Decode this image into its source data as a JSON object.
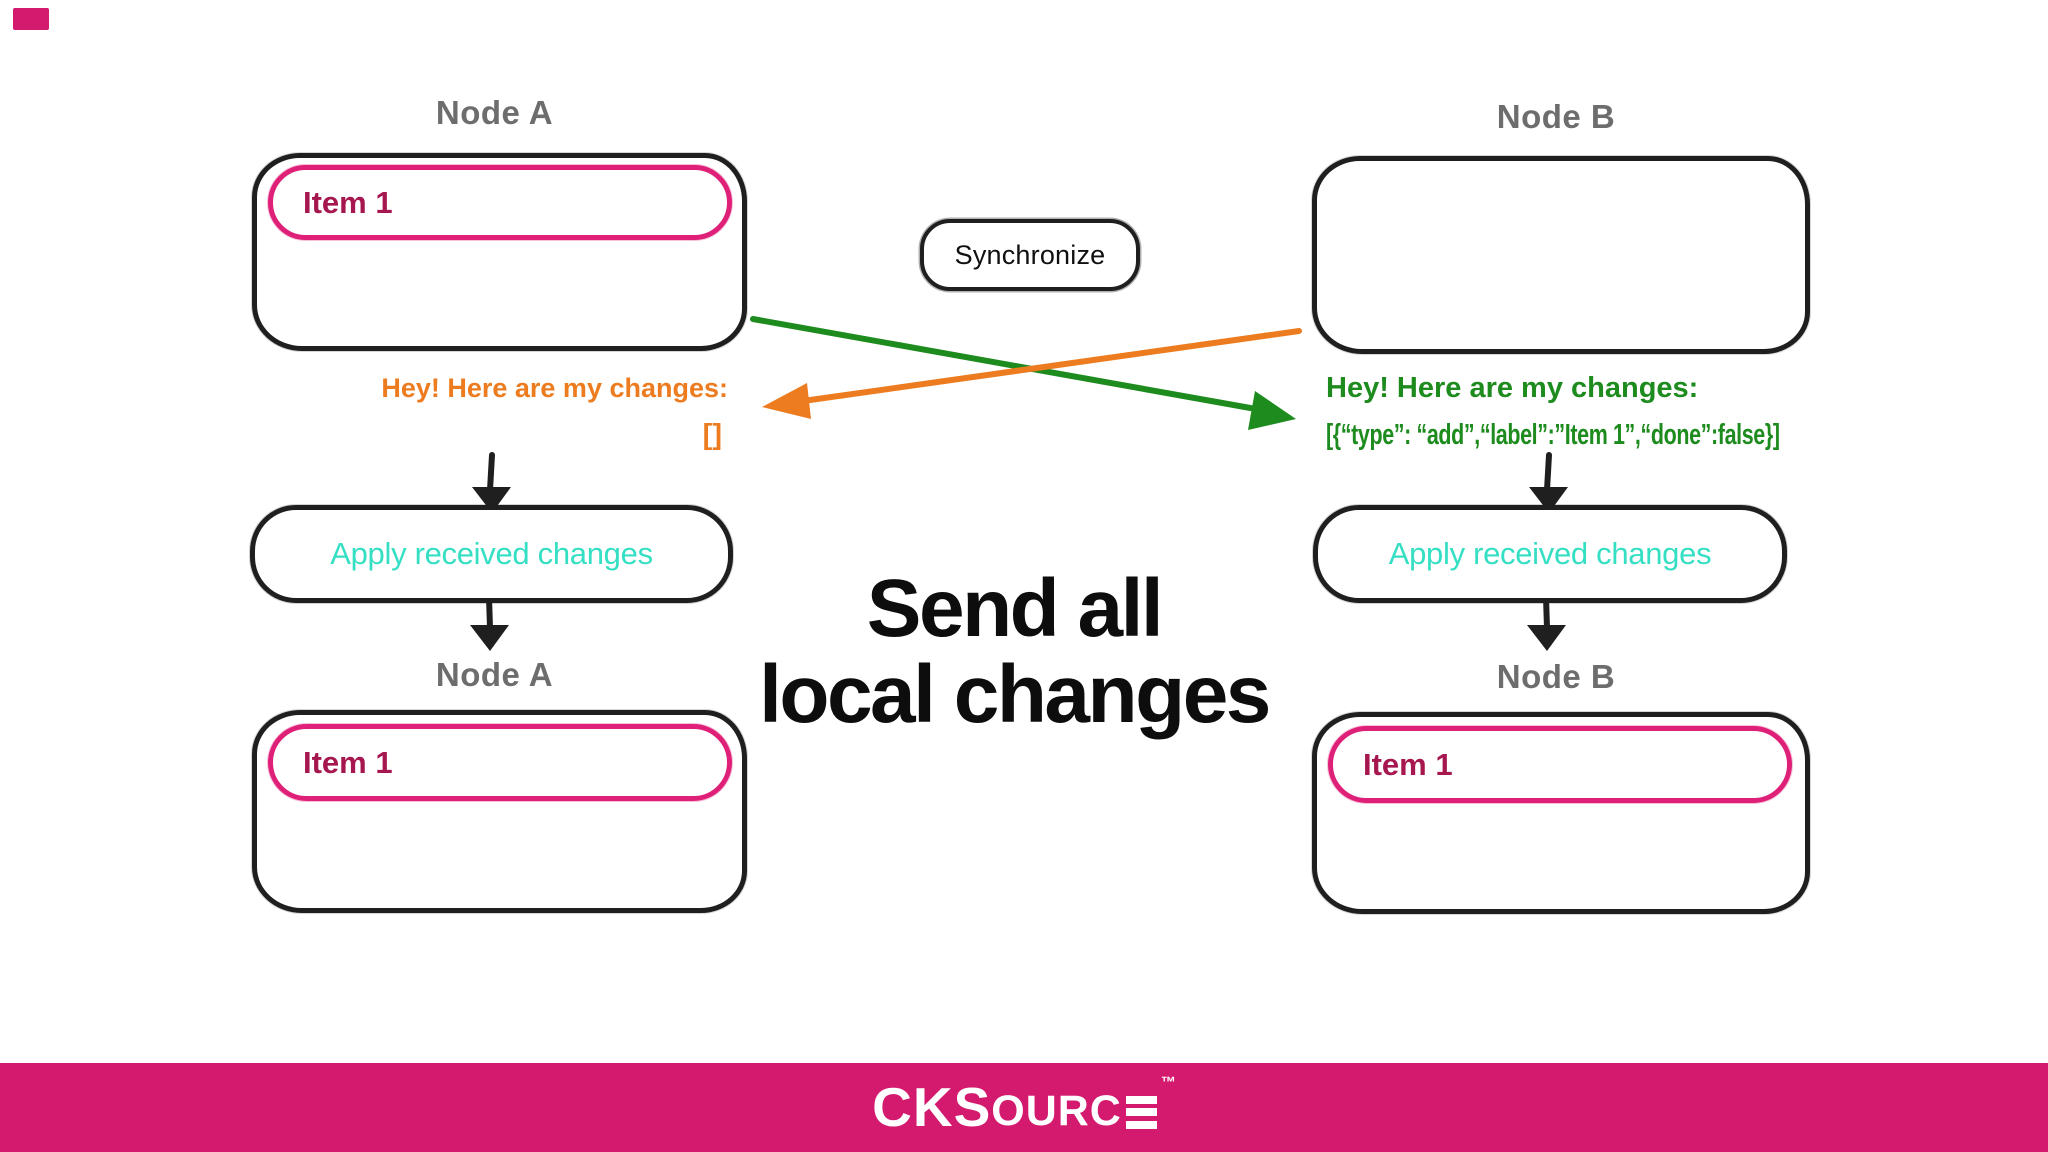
{
  "colors": {
    "ink": "#1f1f1f",
    "node_label_gray": "#6d6d6d",
    "item_pill_border": "#df2078",
    "item_text_pink": "#a6164f",
    "orange": "#ec7c1f",
    "green": "#1e8b1e",
    "teal": "#35dfc3",
    "brand_pink": "#d31a6e",
    "title_black": "#0d0d0d"
  },
  "top_row": {
    "node_a": {
      "label": "Node A",
      "item": "Item 1"
    },
    "sync_button_label": "Synchronize",
    "node_b": {
      "label": "Node B"
    }
  },
  "messages": {
    "to_node_a": {
      "heading": "Hey! Here are my changes:",
      "payload": "[]"
    },
    "to_node_b": {
      "heading": "Hey! Here are my changes:",
      "payload": "[{“type”: “add”,“label”:”Item 1”,“done”:false}]"
    }
  },
  "process": {
    "apply_left_label": "Apply received changes",
    "apply_right_label": "Apply received changes"
  },
  "bottom_row": {
    "node_a": {
      "label": "Node A",
      "item": "Item 1"
    },
    "node_b": {
      "label": "Node B",
      "item": "Item 1"
    }
  },
  "title": {
    "line1": "Send all",
    "line2": "local changes"
  },
  "footer": {
    "logo_part1": "CKS",
    "logo_part2": "OURC",
    "trademark": "™"
  }
}
